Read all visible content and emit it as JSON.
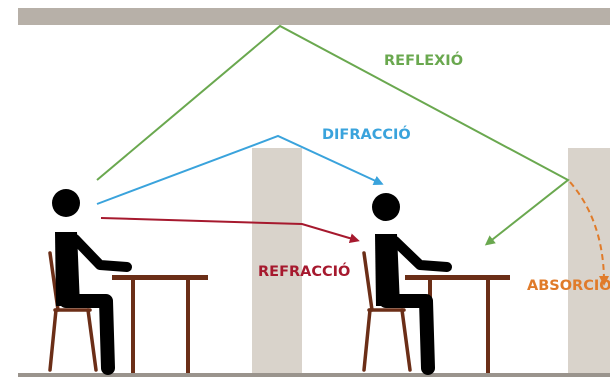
{
  "labels": {
    "reflection": "REFLEXIÓ",
    "diffraction": "DIFRACCIÓ",
    "refraction": "REFRACCIÓ",
    "absorption": "ABSORCIÓ"
  },
  "colors": {
    "reflection": "#6aa84f",
    "diffraction": "#3aa3dc",
    "refraction": "#a6192e",
    "absorption": "#e07b2a",
    "wall": "#d9d3cb",
    "ceiling": "#b7b0a8",
    "floor": "#9a948d",
    "person": "#000000",
    "furniture": "#6b2e17"
  },
  "icons": {
    "person": "seated-person-icon",
    "chair": "chair-icon",
    "table": "table-icon"
  }
}
